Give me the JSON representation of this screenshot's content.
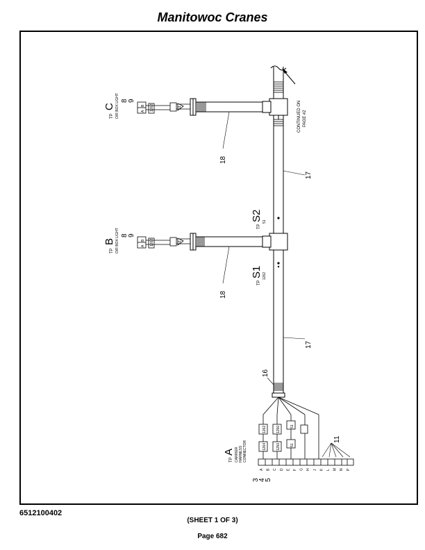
{
  "header": {
    "title": "Manitowoc Cranes"
  },
  "footer": {
    "doc_number": "6512100402",
    "sheet": "(SHEET 1 OF 3)",
    "page": "Page 682"
  },
  "diagram": {
    "tp_a": {
      "prefix": "TP",
      "letter": "A",
      "desc1": "CARRIER",
      "desc2": "HARNESS",
      "desc3": "CONNECTOR"
    },
    "tp_b": {
      "prefix": "TP",
      "letter": "B",
      "desc": "O/R BOX LIGHT",
      "item1": "8",
      "item2": "9"
    },
    "tp_c": {
      "prefix": "TP",
      "letter": "C",
      "desc": "O/R BOX LIGHT",
      "item1": "8",
      "item2": "9"
    },
    "tp_s1": {
      "prefix": "TP",
      "letter": "S1",
      "wire": "1262"
    },
    "tp_s2": {
      "prefix": "TP",
      "letter": "S2",
      "wire": "51"
    },
    "continued": {
      "line1": "CONTINUED ON",
      "line2": "PAGE #2"
    },
    "callouts": {
      "c3": "3",
      "c4": "4",
      "c5": "5",
      "c11": "11",
      "c16": "16",
      "c17a": "17",
      "c17b": "17",
      "c18a": "18",
      "c18b": "18"
    },
    "connector_pins": [
      "A",
      "B",
      "C",
      "D",
      "E",
      "F",
      "G",
      "H",
      "J",
      "K",
      "L",
      "M",
      "N",
      "P"
    ],
    "wire_labels": [
      "1262",
      "1264",
      "1250",
      "51",
      "51",
      "1250",
      "1262"
    ],
    "pin_ab": {
      "a": "A",
      "b": "B"
    }
  }
}
